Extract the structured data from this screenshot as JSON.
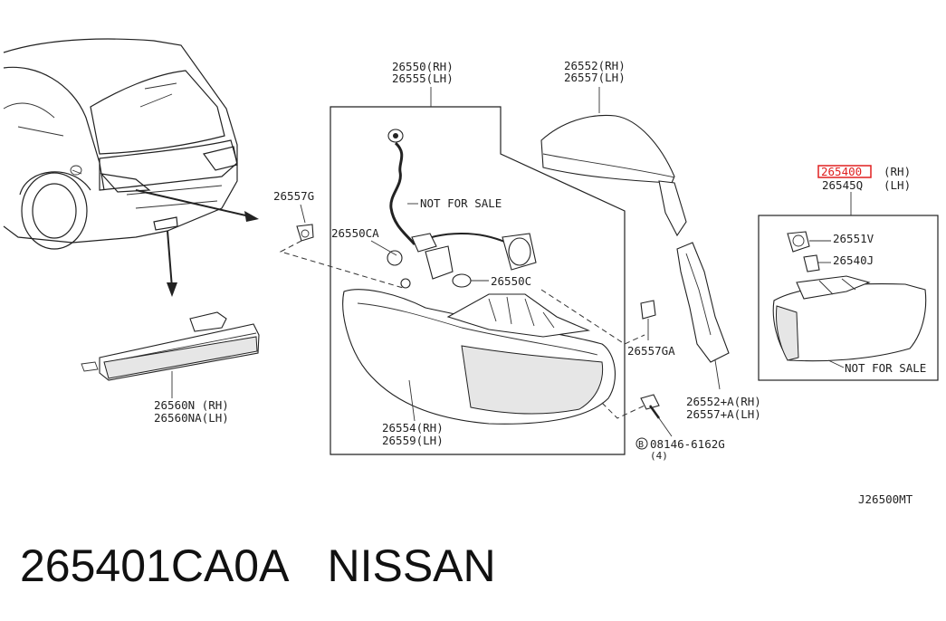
{
  "diagram": {
    "labels": {
      "harness": [
        "26550(RH)",
        "26555(LH)"
      ],
      "cover_upper": [
        "26552(RH)",
        "26557(LH)"
      ],
      "highlight": "265400",
      "highlight_rh": "(RH)",
      "inner_lamp": [
        "26545Q",
        "(LH)"
      ],
      "clip_left": "26557G",
      "not_for_sale_1": "NOT FOR SALE",
      "socket_a": "26550CA",
      "socket_c": "26550C",
      "bulb_v": "26551V",
      "bulb_j": "26540J",
      "not_for_sale_2": "NOT FOR SALE",
      "clip_ga": "26557GA",
      "reflector": [
        "26560N (RH)",
        "26560NA(LH)"
      ],
      "lamp": [
        "26554(RH)",
        "26559(LH)"
      ],
      "cover_lower": [
        "26552+A(RH)",
        "26557+A(LH)"
      ],
      "bolt": "08146-6162G",
      "bolt_b": "B",
      "bolt_qty": "(4)",
      "drawing_id": "J26500MT"
    },
    "highlight_color": "#e02020"
  },
  "caption": {
    "part_number": "265401CA0A",
    "brand": "NISSAN"
  }
}
